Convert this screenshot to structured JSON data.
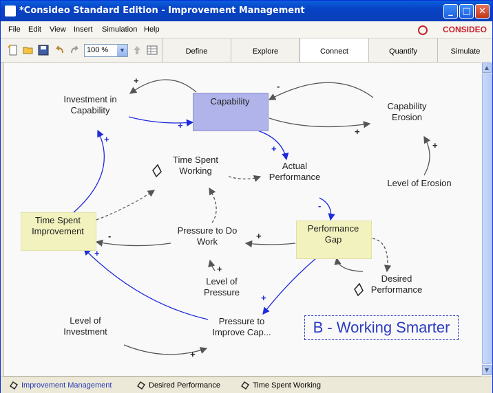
{
  "window": {
    "title": "*Consideo Standard Edition - Improvement Management"
  },
  "menu": [
    "File",
    "Edit",
    "View",
    "Insert",
    "Simulation",
    "Help"
  ],
  "brand": "CONSIDEO",
  "toolbar": {
    "zoom": "100 %"
  },
  "tabs": [
    "Define",
    "Explore",
    "Connect",
    "Quantify",
    "Simulate"
  ],
  "active_tab": "Connect",
  "diagram": {
    "nodes": {
      "capability": "Capability",
      "investment_in_capability": "Investment in\nCapability",
      "capability_erosion": "Capability\nErosion",
      "time_spent_working": "Time Spent\nWorking",
      "actual_performance": "Actual\nPerformance",
      "level_of_erosion": "Level of Erosion",
      "time_spent_improvement": "Time Spent\nImprovement",
      "pressure_to_do_work": "Pressure to Do\nWork",
      "performance_gap": "Performance\nGap",
      "level_of_pressure": "Level of\nPressure",
      "desired_performance": "Desired\nPerformance",
      "level_of_investment": "Level of\nInvestment",
      "pressure_to_improve": "Pressure to\nImprove Cap..."
    },
    "loop_title": "B - Working Smarter",
    "polarities": {
      "inv_to_cap": "+",
      "cap_to_inv": "+",
      "cap_to_erosion": "+",
      "erosion_to_cap": "-",
      "erosion_level": "+",
      "cap_to_actual": "+",
      "actual_to_gap": "-",
      "gap_to_pressure_work": "+",
      "pressure_work_to_improvement": "-",
      "improvement_to_investment": "+",
      "level_pressure": "+",
      "pressure_improve_to_improvement": "+",
      "gap_to_pressure_improve": "+",
      "level_investment": "+"
    },
    "colors": {
      "stock_fill": "#B0B4EA",
      "aux_fill": "#F2F2BE",
      "link_blue": "#1D2BDB",
      "link_gray": "#555555",
      "loop_title": "#2A3AC0"
    }
  },
  "bottom_tabs": [
    "Improvement Management",
    "Desired Performance",
    "Time Spent Working"
  ],
  "active_bottom_tab": "Improvement Management"
}
